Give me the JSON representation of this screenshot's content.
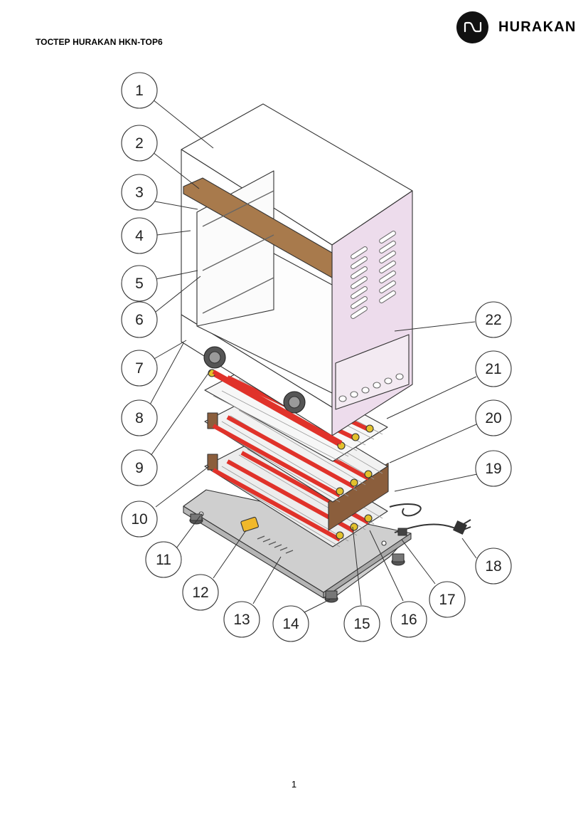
{
  "header": {
    "document_title": "ТОСТЕР HURAKAN HKN-TOP6",
    "brand_name": "HURAKAN"
  },
  "callouts": [
    {
      "label": "1"
    },
    {
      "label": "2"
    },
    {
      "label": "3"
    },
    {
      "label": "4"
    },
    {
      "label": "5"
    },
    {
      "label": "6"
    },
    {
      "label": "7"
    },
    {
      "label": "8"
    },
    {
      "label": "9"
    },
    {
      "label": "10"
    },
    {
      "label": "11"
    },
    {
      "label": "12"
    },
    {
      "label": "13"
    },
    {
      "label": "14"
    },
    {
      "label": "15"
    },
    {
      "label": "16"
    },
    {
      "label": "17"
    },
    {
      "label": "18"
    },
    {
      "label": "19"
    },
    {
      "label": "20"
    },
    {
      "label": "21"
    },
    {
      "label": "22"
    }
  ],
  "colors": {
    "panel_pink": "#eddcec",
    "heater_red": "#e0322a",
    "insulation_brown": "#a87a4c",
    "connector_yellow": "#e2c12c",
    "base_gray": "#cccccc",
    "outline": "#333333"
  },
  "footer": {
    "page_number": "1"
  }
}
